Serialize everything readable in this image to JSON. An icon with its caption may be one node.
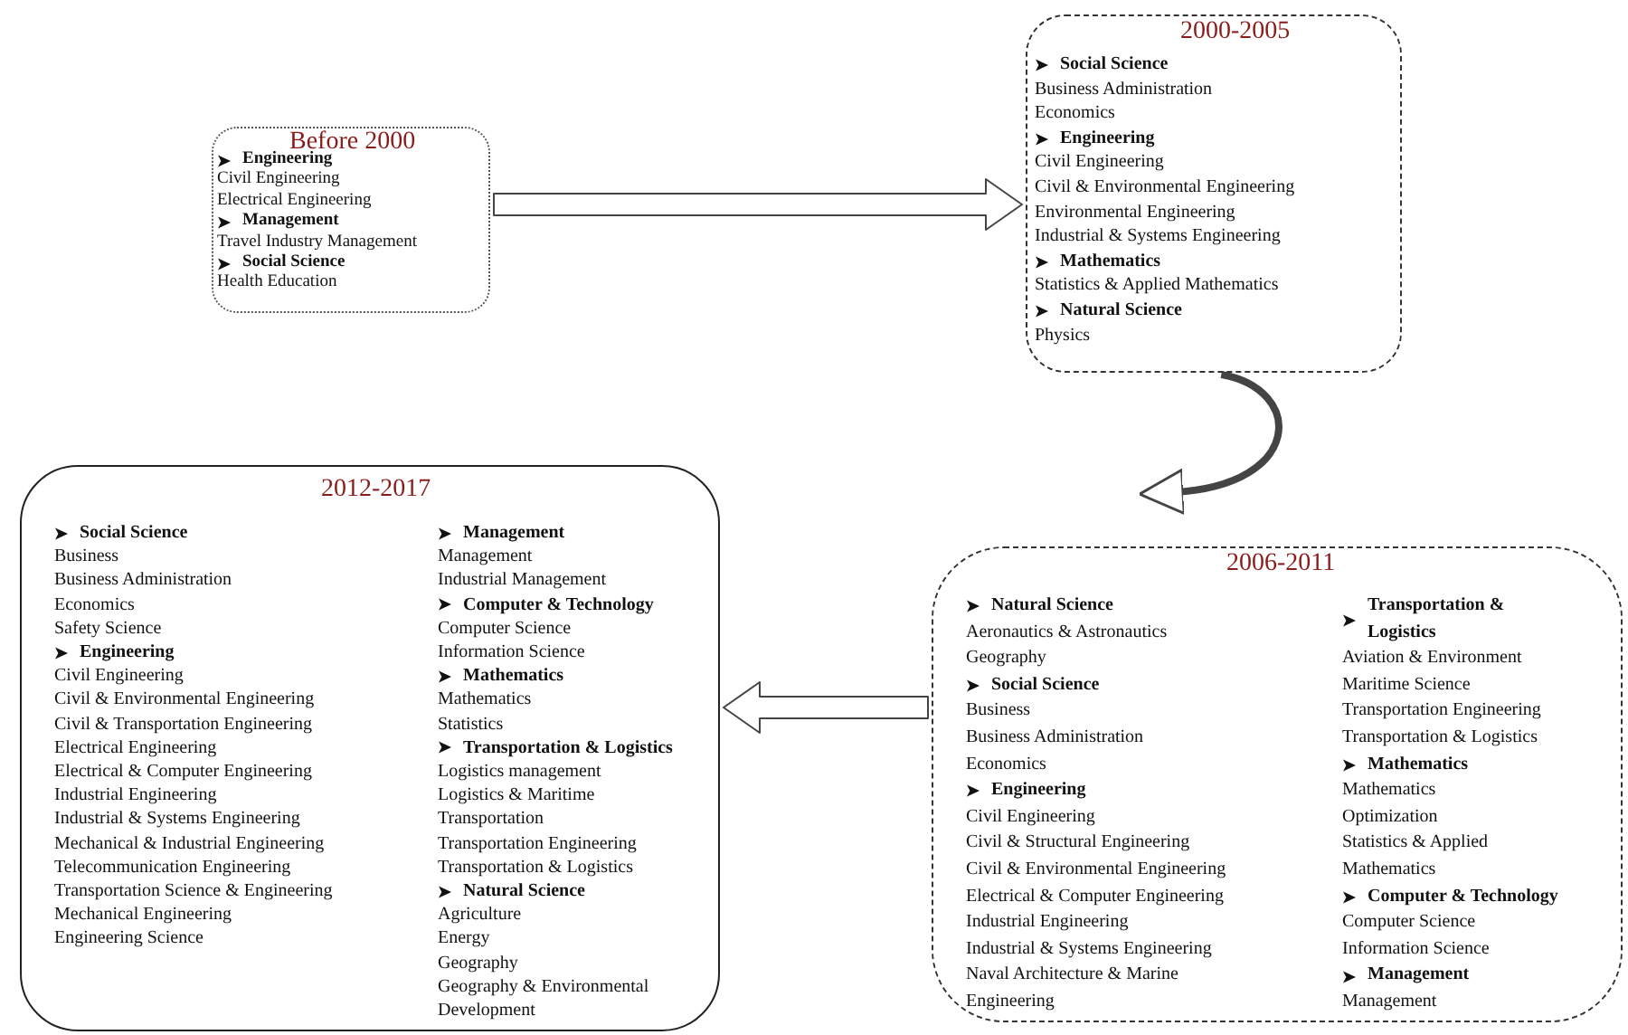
{
  "diagram": {
    "nodes": [
      {
        "text": [
          "Before 2000",
          "Engineering",
          "Civil Engineering",
          "Electrical Engineering",
          "Management",
          "Travel Industry Management",
          "Social Science",
          "Health Education"
        ]
      },
      {
        "text": [
          "2000-2005",
          "Social Science",
          "Business Administration",
          "Economics",
          "Engineering",
          "Civil Engineering",
          "Civil & Environmental Engineering",
          "Environmental Engineering",
          "Industrial & Systems Engineering",
          "Mathematics",
          "Statistics & Applied Mathematics",
          "Natural Science",
          "Physics"
        ]
      },
      {
        "text": [
          "2006-2011",
          "Natural Science",
          "Aeronautics & Astronautics",
          "Geography",
          "Social Science",
          "Business",
          "Business Administration",
          "Economics",
          "Engineering",
          "Civil Engineering",
          "Civil & Structural Engineering",
          "Civil & Environmental Engineering",
          "Electrical & Computer Engineering",
          "Industrial Engineering",
          "Industrial & Systems Engineering",
          "Naval Architecture & Marine Engineering",
          "Transportation & Logistics",
          "Aviation & Environment",
          "Maritime Science",
          "Transportation Engineering",
          "Transportation & Logistics",
          "Mathematics",
          "Mathematics",
          "Optimization",
          "Statistics & Applied Mathematics",
          "Computer & Technology",
          "Computer Science",
          "Information Science",
          "Management",
          "Management"
        ]
      },
      {
        "text": [
          "2012-2017",
          "Social Science",
          "Business",
          "Business Administration",
          "Economics",
          "Safety Science",
          "Engineering",
          "Civil Engineering",
          "Civil & Environmental Engineering",
          "Civil & Transportation Engineering",
          "Electrical Engineering",
          "Electrical & Computer Engineering",
          "Industrial Engineering",
          "Industrial & Systems Engineering",
          "Mechanical & Industrial Engineering",
          "Telecommunication Engineering",
          "Transportation Science & Engineering",
          "Mechanical Engineering",
          "Engineering Science",
          "Management",
          "Management",
          "Industrial Management",
          "Computer & Technology",
          "Computer Science",
          "Information Science",
          "Mathematics",
          "Mathematics",
          "Statistics",
          "Transportation & Logistics",
          "Logistics management",
          "Logistics & Maritime",
          "Transportation",
          "Transportation Engineering",
          "Transportation & Logistics",
          "Natural Science",
          "Agriculture",
          "Energy",
          "Geography",
          "Geography & Environmental Development"
        ]
      }
    ],
    "edges": [
      {
        "from": 0,
        "to": 1,
        "arrow": "to"
      },
      {
        "from": 1,
        "to": 2,
        "arrow": "to"
      },
      {
        "from": 2,
        "to": 3,
        "arrow": "to"
      }
    ]
  }
}
